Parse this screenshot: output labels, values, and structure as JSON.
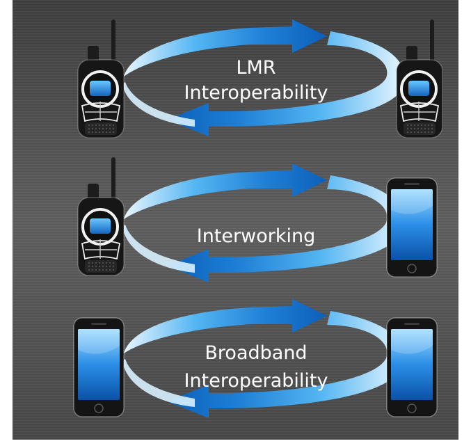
{
  "diagram": {
    "background_color": "#5b5b5b",
    "arrow_color": "#2f8fe0",
    "rows": [
      {
        "label_lines": [
          "LMR",
          "Interoperability"
        ],
        "left_device": "radio",
        "right_device": "radio"
      },
      {
        "label_lines": [
          "Interworking"
        ],
        "left_device": "radio",
        "right_device": "smartphone"
      },
      {
        "label_lines": [
          "Broadband",
          "Interoperability"
        ],
        "left_device": "smartphone",
        "right_device": "smartphone"
      }
    ]
  }
}
